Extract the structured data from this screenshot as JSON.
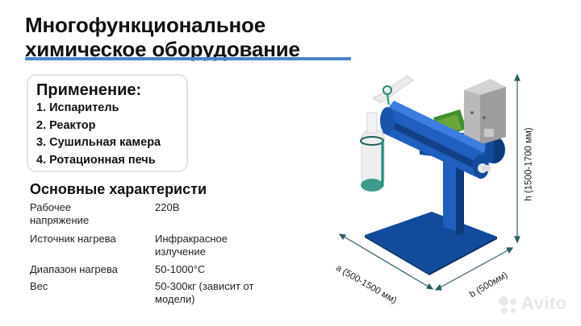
{
  "header": {
    "title_line1": "Многофункциональное",
    "title_line2": "химическое оборудование",
    "underline_color": "#4a86c8"
  },
  "application": {
    "heading": "Применение:",
    "items": [
      "1. Испаритель",
      "2. Реактор",
      "3. Сушильная камера",
      "4. Ротационная печь"
    ]
  },
  "specs": {
    "title": "Основные характеристи",
    "rows": [
      {
        "key": "Рабочее напряжение",
        "value": "220В"
      },
      {
        "key": "Источник нагрева",
        "value": "Инфракрасное излучение"
      },
      {
        "key": "Диапазон нагрева",
        "value": "50-1000°С"
      },
      {
        "key": "Вес",
        "value": "50-300кг (зависит от модели)"
      }
    ]
  },
  "diagram": {
    "dim_a": "a (500-1500 мм)",
    "dim_b": "b (500мм)",
    "dim_h": "h (1500-1700 мм)",
    "colors": {
      "body_blue": "#1f5fbf",
      "base_blue": "#124a9c",
      "dark_blue": "#0d3a7a",
      "panel_gray": "#b9b9b9",
      "green": "#3f8f2f",
      "teal": "#1e8c7a",
      "arrow": "#2f5f66"
    }
  },
  "watermark": {
    "text": "Avito"
  }
}
